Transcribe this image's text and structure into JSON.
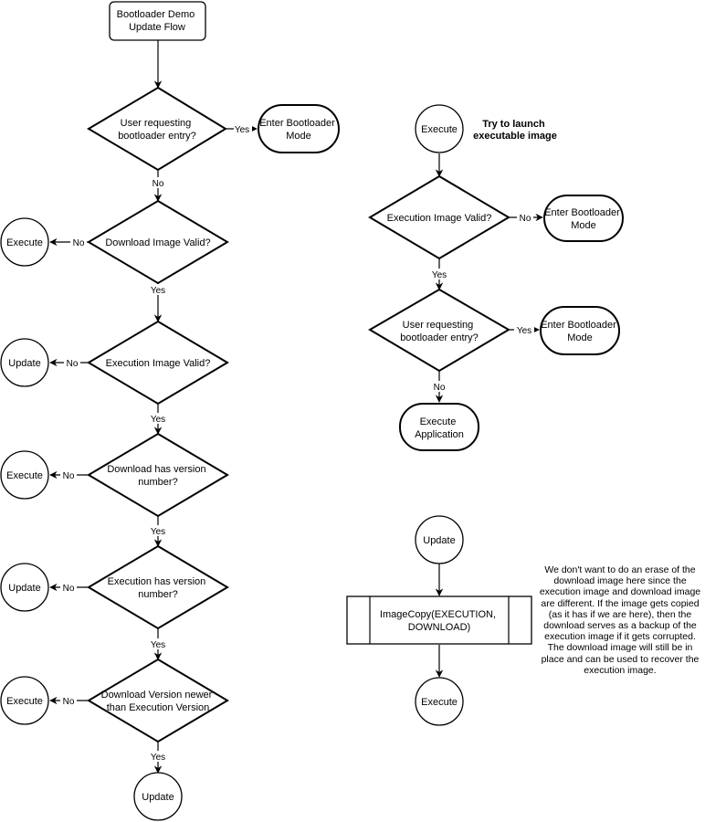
{
  "nodes": {
    "start": [
      "Bootloader Demo",
      "Update Flow"
    ],
    "l_user_req": [
      "User requesting",
      "bootloader entry?"
    ],
    "l_enter_boot": [
      "Enter Bootloader",
      "Mode"
    ],
    "l_dl_valid": [
      "Download Image Valid?"
    ],
    "l_exec_1": [
      "Execute"
    ],
    "l_ex_valid": [
      "Execution Image Valid?"
    ],
    "l_update_1": [
      "Update"
    ],
    "l_dl_ver": [
      "Download has version",
      "number?"
    ],
    "l_exec_2": [
      "Execute"
    ],
    "l_ex_ver": [
      "Execution has version",
      "number?"
    ],
    "l_update_2": [
      "Update"
    ],
    "l_dl_newer": [
      "Download Version newer",
      "than Execution Version"
    ],
    "l_exec_3": [
      "Execute"
    ],
    "l_update_3": [
      "Update"
    ],
    "r_execute": [
      "Execute"
    ],
    "r_title": [
      "Try to launch",
      "executable image"
    ],
    "r_ex_valid": [
      "Execution Image Valid?"
    ],
    "r_enter_boot_1": [
      "Enter Bootloader",
      "Mode"
    ],
    "r_user_req": [
      "User requesting",
      "bootloader entry?"
    ],
    "r_enter_boot_2": [
      "Enter Bootloader",
      "Mode"
    ],
    "r_exec_app": [
      "Execute",
      "Application"
    ],
    "r_update": [
      "Update"
    ],
    "r_image_copy": [
      "ImageCopy(EXECUTION,",
      "DOWNLOAD)"
    ],
    "r_execute_end": [
      "Execute"
    ]
  },
  "edge_labels": {
    "l_user_req_yes": "Yes",
    "l_user_req_no": "No",
    "l_dl_valid_no": "No",
    "l_dl_valid_yes": "Yes",
    "l_ex_valid_no": "No",
    "l_ex_valid_yes": "Yes",
    "l_dl_ver_no": "No",
    "l_dl_ver_yes": "Yes",
    "l_ex_ver_no": "No",
    "l_ex_ver_yes": "Yes",
    "l_dl_newer_no": "No",
    "l_dl_newer_yes": "Yes",
    "r_ex_valid_no": "No",
    "r_ex_valid_yes": "Yes",
    "r_user_req_yes": "Yes",
    "r_user_req_no": "No"
  },
  "note": "We don't want to do an erase of the download image here since the execution image and download image are different.  If the image gets copied (as it has if we are here), then the download serves as a backup of the execution image if it gets corrupted.  The download image will still be in place and can be used to recover the execution image."
}
